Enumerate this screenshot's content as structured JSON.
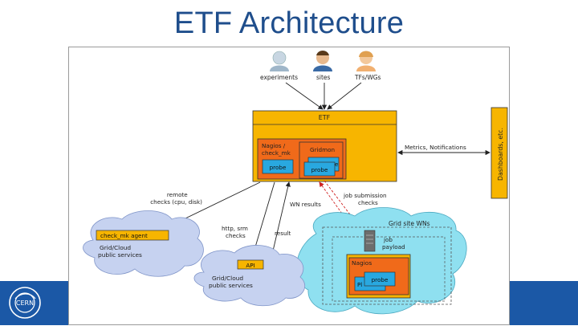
{
  "title": "ETF Architecture",
  "colors": {
    "accent_blue": "#1b58a6",
    "etf_yellow": "#f7b500",
    "nagios_orange": "#f06a1a",
    "probe_cyan": "#29a8e0",
    "cloud_blue": "#c6d2f0",
    "cloud_cyan": "#8fe0f0",
    "arrow_red": "#d02020"
  },
  "diagram": {
    "users": {
      "experiments": "experiments",
      "sites": "sites",
      "tfs": "TFs/WGs"
    },
    "etf_label": "ETF",
    "nagios_label": "Nagios /\ncheck_mk",
    "gridmon_label": "Gridmon",
    "probe_label": "probe",
    "probe_partial_label": "e",
    "dashboards_label": "Dashboards, etc.",
    "metrics_label": "Metrics, Notifications",
    "remote_checks_label": "remote\nchecks (cpu, disk)",
    "wn_results_label": "WN results",
    "job_submission_label": "job submission\nchecks",
    "http_srm_label": "http, srm\nchecks",
    "result_label": "result",
    "grid_site_label": "Grid site WNs",
    "job_payload_label": "job\npayload",
    "nagios_wn_label": "Nagios",
    "probe_wn_label": "probe",
    "probe_wn_partial_label": "Pl",
    "check_mk_agent_label": "check_mk agent",
    "cloud1_label": "Grid/Cloud\npublic services",
    "api_label": "API",
    "cloud2_label": "Grid/Cloud\npublic services"
  }
}
